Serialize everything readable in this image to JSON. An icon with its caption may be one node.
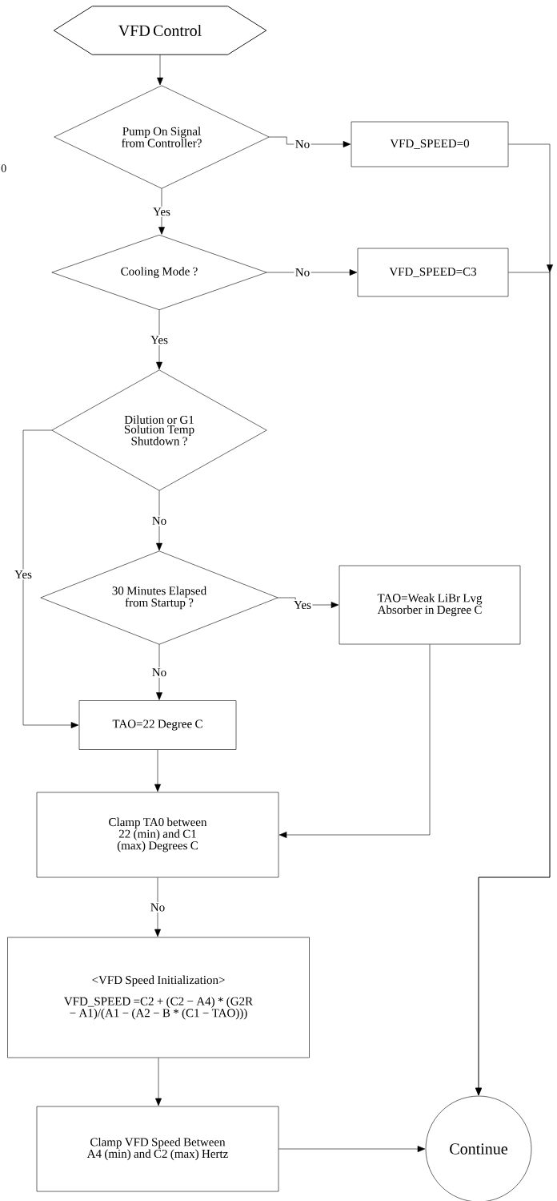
{
  "diagram": {
    "nodes": [
      {
        "text": [
          "VFD Control"
        ]
      },
      {
        "text": [
          "Pump On Signal from Controller?"
        ]
      },
      {
        "text": [
          "VFD_SPEED=0"
        ]
      },
      {
        "text": [
          "Cooling Mode ?"
        ]
      },
      {
        "text": [
          "VFD_SPEED=C3"
        ]
      },
      {
        "text": [
          "Dilution or G1 Solution Temp Shutdown ?"
        ]
      },
      {
        "text": [
          "30 Minutes Elapsed from Startup ?"
        ]
      },
      {
        "text": [
          "TAO=Weak LiBr Lvg Absorber in Degree C"
        ]
      },
      {
        "text": [
          "TAO=22 Degree C"
        ]
      },
      {
        "text": [
          "Clamp TA0 between 22 (min) and C1 (max) Degrees C"
        ]
      },
      {
        "text": [
          "<VFD Speed Initialization>",
          "VFD_SPEED =C2 + (C2 − A4) * (G2R − A1)/(A1 − (A2 − B * (C1 − TAO)))"
        ]
      },
      {
        "text": [
          "Clamp VFD Speed Between A4 (min) and C2 (max) Hertz"
        ]
      },
      {
        "text": [
          "Continue"
        ]
      }
    ],
    "edges": [
      {
        "from": 0,
        "to": 1,
        "arrow": "to"
      },
      {
        "from": 1,
        "to": 2,
        "arrow": "to",
        "label": "No"
      },
      {
        "from": 1,
        "to": 3,
        "arrow": "to",
        "label": "Yes"
      },
      {
        "from": 3,
        "to": 4,
        "arrow": "to",
        "label": "No"
      },
      {
        "from": 3,
        "to": 5,
        "arrow": "to",
        "label": "Yes"
      },
      {
        "from": 5,
        "to": 8,
        "arrow": "to",
        "label": "Yes"
      },
      {
        "from": 5,
        "to": 6,
        "arrow": "to",
        "label": "No"
      },
      {
        "from": 6,
        "to": 7,
        "arrow": "to",
        "label": "Yes"
      },
      {
        "from": 6,
        "to": 8,
        "arrow": "to",
        "label": "No"
      },
      {
        "from": 8,
        "to": 9,
        "arrow": "to"
      },
      {
        "from": 7,
        "to": 9,
        "arrow": "to"
      },
      {
        "from": 9,
        "to": 10,
        "arrow": "to",
        "label": "No"
      },
      {
        "from": 10,
        "to": 11,
        "arrow": "to"
      },
      {
        "from": 11,
        "to": 12,
        "arrow": "to"
      },
      {
        "from": 2,
        "to": 12,
        "arrow": "to"
      },
      {
        "from": 4,
        "to": 12,
        "arrow": "to"
      }
    ],
    "labels": [
      "0"
    ]
  }
}
